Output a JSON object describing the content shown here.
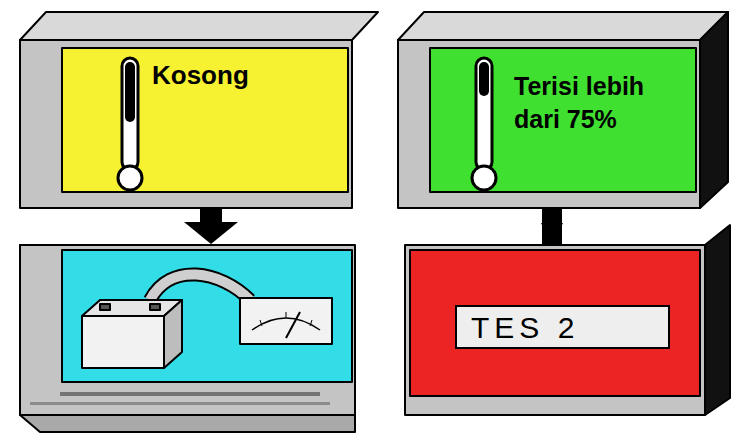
{
  "diagram": {
    "nodes": [
      {
        "text": [
          "Kosong"
        ]
      },
      {
        "text": [
          "Terisi lebih dari 75%"
        ]
      },
      {
        "text": [
          "TES 2"
        ]
      }
    ],
    "edges": [
      {
        "from": 1,
        "to": 2,
        "arrow": "to"
      }
    ]
  }
}
